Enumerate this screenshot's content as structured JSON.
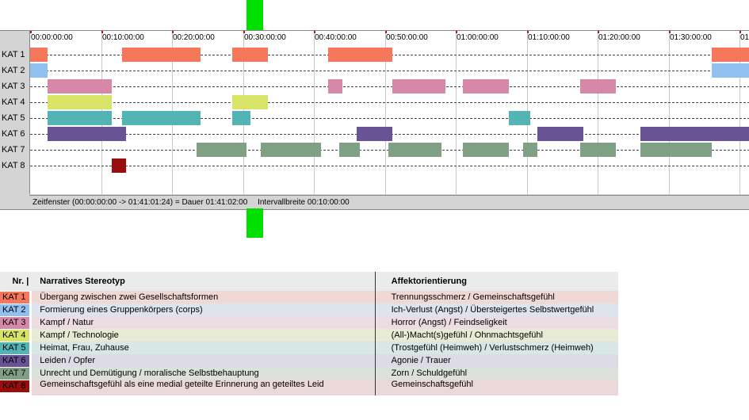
{
  "timeline": {
    "total_seconds": 6084,
    "tick_labels": [
      "00:00:00:00",
      "00:10:00:00",
      "00:20:00:00",
      "00:30:00:00",
      "00:40:00:00",
      "00:50:00:00",
      "01:00:00:00",
      "01:10:00:00",
      "01:20:00:00",
      "01:30:00:00",
      "01"
    ],
    "tick_minutes": [
      0,
      10,
      20,
      30,
      40,
      50,
      60,
      70,
      80,
      90,
      100
    ],
    "lanes": [
      {
        "label": "KAT 1",
        "color": "#f47859",
        "segments": [
          [
            0,
            2.5
          ],
          [
            13,
            24
          ],
          [
            28.5,
            33.5
          ],
          [
            42,
            51
          ],
          [
            96,
            101.4
          ]
        ]
      },
      {
        "label": "KAT 2",
        "color": "#90c0f0",
        "segments": [
          [
            0,
            2.5
          ],
          [
            96,
            101.4
          ]
        ]
      },
      {
        "label": "KAT 3",
        "color": "#d688a8",
        "segments": [
          [
            2.5,
            11.5
          ],
          [
            42,
            44
          ],
          [
            51,
            58.5
          ],
          [
            61,
            67.5
          ],
          [
            77.5,
            82.5
          ]
        ]
      },
      {
        "label": "KAT 4",
        "color": "#d8e468",
        "segments": [
          [
            2.5,
            11.5
          ],
          [
            28.5,
            33.5
          ]
        ]
      },
      {
        "label": "KAT 5",
        "color": "#52b4b4",
        "segments": [
          [
            2.5,
            11.5
          ],
          [
            13,
            24
          ],
          [
            28.5,
            31
          ],
          [
            67.5,
            70.5
          ]
        ]
      },
      {
        "label": "KAT 6",
        "color": "#685394",
        "segments": [
          [
            2.5,
            13.5
          ],
          [
            46,
            51
          ],
          [
            71.5,
            78
          ],
          [
            86,
            101.4
          ]
        ]
      },
      {
        "label": "KAT 7",
        "color": "#80a086",
        "segments": [
          [
            23.5,
            30.5
          ],
          [
            32.5,
            41
          ],
          [
            43.5,
            46.5
          ],
          [
            50.5,
            58
          ],
          [
            61,
            67.5
          ],
          [
            69.5,
            71.5
          ],
          [
            77.5,
            82.5
          ],
          [
            86,
            96
          ]
        ]
      },
      {
        "label": "KAT 8",
        "color": "#980e0e",
        "segments": [
          [
            11.5,
            13.5
          ]
        ]
      }
    ],
    "status_window": "Zeitfenster (00:00:00:00 -> 01:41:01:24) = Dauer 01:41:02:00",
    "status_interval": "Intervallbreite 00:10:00:00"
  },
  "legend": {
    "header_nr": "Nr. |",
    "header_stereotyp": "Narratives Stereotyp",
    "header_affekt": "Affektorientierung",
    "rows": [
      {
        "kat": "KAT 1",
        "color": "#f47859",
        "bg": "#f0d9d5",
        "stereotyp": "Übergang zwischen zwei Gesellschaftsformen",
        "affekt": "Trennungsschmerz / Gemeinschaftsgefühl"
      },
      {
        "kat": "KAT 2",
        "color": "#90c0f0",
        "bg": "#dde4ed",
        "stereotyp": "Formierung eines Gruppenkörpers (corps)",
        "affekt": "Ich-Verlust (Angst) / Übersteigertes Selbstwertgefühl"
      },
      {
        "kat": "KAT 3",
        "color": "#d688a8",
        "bg": "#ecdde3",
        "stereotyp": "Kampf / Natur",
        "affekt": "Horror (Angst) / Feindseligkeit"
      },
      {
        "kat": "KAT 4",
        "color": "#d8e468",
        "bg": "#e8ebd3",
        "stereotyp": "Kampf / Technologie",
        "affekt": "(All-)Macht(s)gefühl / Ohnmachtsgefühl"
      },
      {
        "kat": "KAT 5",
        "color": "#52b4b4",
        "bg": "#d6e7e5",
        "stereotyp": "Heimat, Frau, Zuhause",
        "affekt": "(Trostgefühl (Heimweh) / Verlustschmerz (Heimweh)"
      },
      {
        "kat": "KAT 6",
        "color": "#685394",
        "bg": "#dedbe6",
        "stereotyp": "Leiden / Opfer",
        "affekt": "Agonie / Trauer"
      },
      {
        "kat": "KAT 7",
        "color": "#80a086",
        "bg": "#dbe1dc",
        "stereotyp": "Unrecht und Demütigung / moralische Selbstbehauptung",
        "affekt": "Zorn / Schuldgefühl"
      },
      {
        "kat": "KAT 8",
        "color": "#980e0e",
        "bg": "#ebd8d8",
        "stereotyp": "Gemeinschaftsgefühl als eine medial geteilte Erinnerung an geteiltes Leid",
        "affekt": "Gemeinschaftsgefühl"
      }
    ]
  }
}
